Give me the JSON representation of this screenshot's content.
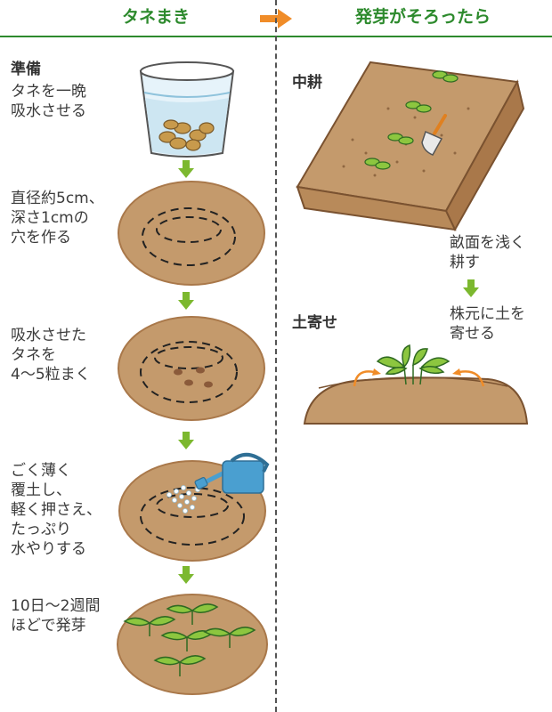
{
  "header": {
    "left_title": "タネまき",
    "right_title": "発芽がそろったら"
  },
  "left": {
    "prep_title": "準備",
    "step1": "タネを一晩\n吸水させる",
    "step2": "直径約5cm、\n深さ1cmの\n穴を作る",
    "step3": "吸水させた\nタネを\n4～5粒まく",
    "step4": "ごく薄く\n覆土し、\n軽く押さえ、\nたっぷり\n水やりする",
    "step5": "10日～2週間\nほどで発芽"
  },
  "right": {
    "cultivate_title": "中耕",
    "cultivate_note": "畝面を浅く\n耕す",
    "hilling_note": "株元に土を\n寄せる",
    "hilling_title": "土寄せ"
  },
  "colors": {
    "green": "#2d8a2d",
    "arrow_green": "#7cb82f",
    "orange": "#f08c28",
    "soil": "#c49a6c",
    "soil_dark": "#a9784a"
  }
}
